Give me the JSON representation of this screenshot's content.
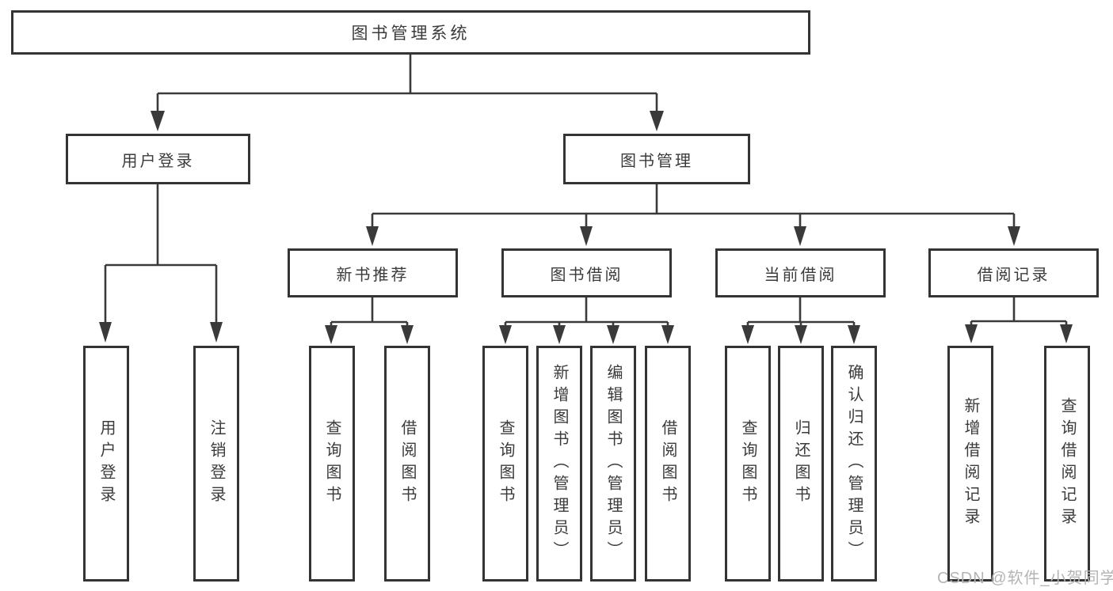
{
  "colors": {
    "line": "#3a3a3a",
    "border": "#343434",
    "text": "#3b3b3b",
    "background": "#ffffff",
    "watermark_text_color": "#b4b4b4"
  },
  "tree": {
    "root": {
      "label": "图书管理系统"
    },
    "branches": [
      {
        "label": "用户登录",
        "children": [
          {
            "label": "用户登录"
          },
          {
            "label": "注销登录"
          }
        ]
      },
      {
        "label": "图书管理",
        "groups": [
          {
            "label": "新书推荐",
            "children": [
              {
                "label": "查询图书"
              },
              {
                "label": "借阅图书"
              }
            ]
          },
          {
            "label": "图书借阅",
            "children": [
              {
                "label": "查询图书"
              },
              {
                "label": "新增图书（管理员）"
              },
              {
                "label": "编辑图书（管理员）"
              },
              {
                "label": "借阅图书"
              }
            ]
          },
          {
            "label": "当前借阅",
            "children": [
              {
                "label": "查询图书"
              },
              {
                "label": "归还图书"
              },
              {
                "label": "确认归还（管理员）"
              }
            ]
          },
          {
            "label": "借阅记录",
            "children": [
              {
                "label": "新增借阅记录"
              },
              {
                "label": "查询借阅记录"
              }
            ]
          }
        ]
      }
    ]
  },
  "watermark": {
    "text": "CSDN @软件_小贺同学"
  }
}
